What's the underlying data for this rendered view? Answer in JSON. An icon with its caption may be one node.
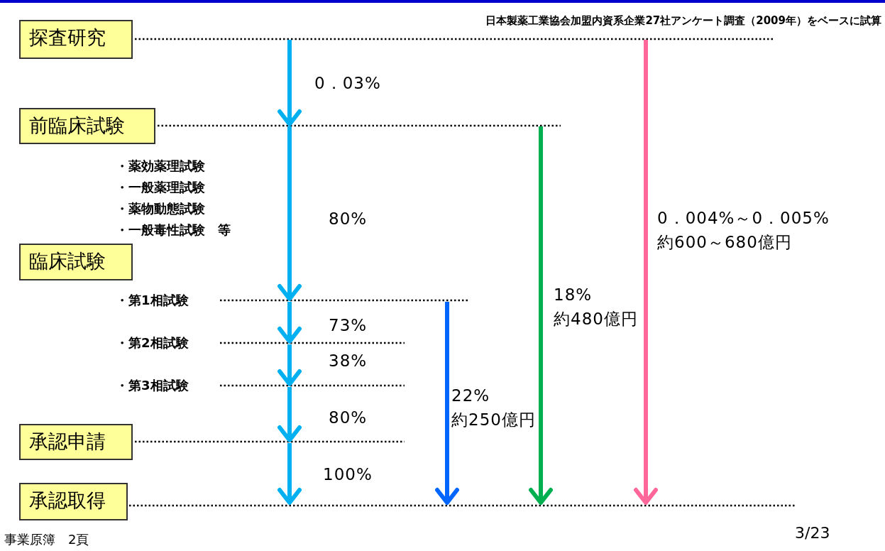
{
  "diagram": {
    "nodes": [
      {
        "text": [
          "探査研究"
        ]
      },
      {
        "text": [
          "前臨床試験"
        ]
      },
      {
        "text": [
          "臨床試験"
        ]
      },
      {
        "text": [
          "・第1相試験"
        ]
      },
      {
        "text": [
          "・第2相試験"
        ]
      },
      {
        "text": [
          "・第3相試験"
        ]
      },
      {
        "text": [
          "承認申請"
        ]
      },
      {
        "text": [
          "承認取得"
        ]
      }
    ],
    "edges": [
      {
        "from": 0,
        "to": 1,
        "arrow": "to",
        "label": "0．03%"
      },
      {
        "from": 1,
        "to": 3,
        "arrow": "to",
        "label": "80%"
      },
      {
        "from": 3,
        "to": 4,
        "arrow": "to",
        "label": "73%"
      },
      {
        "from": 4,
        "to": 5,
        "arrow": "to",
        "label": "38%"
      },
      {
        "from": 5,
        "to": 6,
        "arrow": "to",
        "label": "80%"
      },
      {
        "from": 6,
        "to": 7,
        "arrow": "to",
        "label": "100%"
      },
      {
        "from": 3,
        "to": 7,
        "arrow": "to",
        "label": "22% 約250億円",
        "color": "#0066ff"
      },
      {
        "from": 1,
        "to": 7,
        "arrow": "to",
        "label": "18% 約480億円",
        "color": "#00b050"
      },
      {
        "from": 0,
        "to": 7,
        "arrow": "to",
        "label": "0．004%～0．005% 約600～680億円",
        "color": "#ff6699"
      }
    ],
    "labels": [
      "日本製薬工業協会加盟内資系企業27社アンケート調査（2009年）をベースに試算",
      "・薬効薬理試験",
      "・一般薬理試験",
      "・薬物動態試験",
      "・一般毒性試験　等",
      "事業原簿　2頁",
      "3/23"
    ]
  }
}
